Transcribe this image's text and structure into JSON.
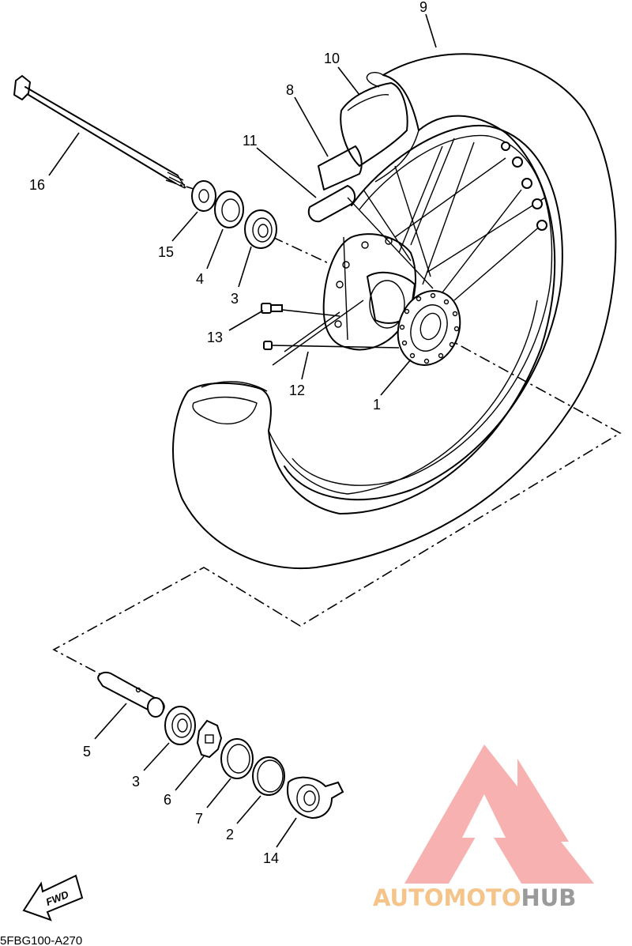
{
  "diagram": {
    "code": "5FBG100-A270",
    "fwd_label": "FWD",
    "callouts": [
      {
        "id": "c1",
        "label": "1"
      },
      {
        "id": "c2",
        "label": "2"
      },
      {
        "id": "c3a",
        "label": "3"
      },
      {
        "id": "c3b",
        "label": "3"
      },
      {
        "id": "c4",
        "label": "4"
      },
      {
        "id": "c5",
        "label": "5"
      },
      {
        "id": "c6",
        "label": "6"
      },
      {
        "id": "c7",
        "label": "7"
      },
      {
        "id": "c8",
        "label": "8"
      },
      {
        "id": "c9",
        "label": "9"
      },
      {
        "id": "c10",
        "label": "10"
      },
      {
        "id": "c11",
        "label": "11"
      },
      {
        "id": "c12",
        "label": "12"
      },
      {
        "id": "c13",
        "label": "13"
      },
      {
        "id": "c14",
        "label": "14"
      },
      {
        "id": "c15",
        "label": "15"
      },
      {
        "id": "c16",
        "label": "16"
      }
    ]
  },
  "watermark": {
    "part1": "AUTOMOTO",
    "part2": "HUB",
    "color_primary": "#f7a9a8",
    "color_accent": "#f4c48a",
    "color_secondary": "#9a9a9a"
  }
}
